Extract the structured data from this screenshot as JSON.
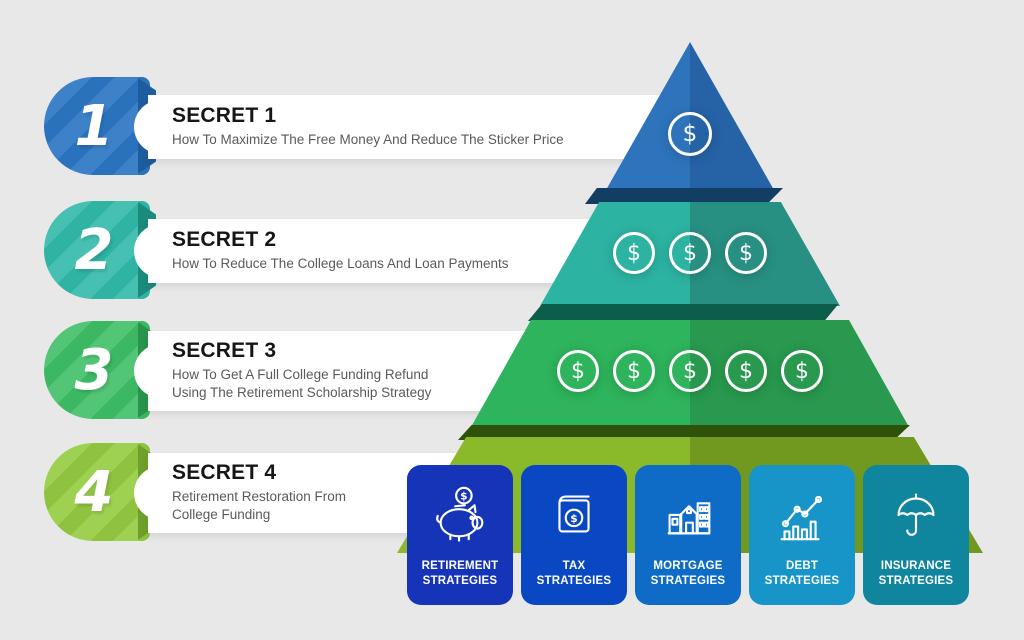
{
  "background_color": "#e8e8e8",
  "secrets": [
    {
      "number": "1",
      "title": "SECRET 1",
      "description": "How To Maximize The Free Money And Reduce The Sticker Price",
      "badge_color": "#2b72bc",
      "badge_stripe": "#3d81c9",
      "badge_fold": "#1d5c9e"
    },
    {
      "number": "2",
      "title": "SECRET 2",
      "description": "How To Reduce The College Loans And Loan Payments",
      "badge_color": "#2fb3a3",
      "badge_stripe": "#46c0b1",
      "badge_fold": "#1a8b7c"
    },
    {
      "number": "3",
      "title": "SECRET 3",
      "description": "How To Get A Full College Funding Refund\nUsing The Retirement Scholarship Strategy",
      "badge_color": "#3cb863",
      "badge_stripe": "#53c577",
      "badge_fold": "#27954b"
    },
    {
      "number": "4",
      "title": "SECRET 4",
      "description": "Retirement Restoration From\nCollege Funding",
      "badge_color": "#8fc33f",
      "badge_stripe": "#9ed052",
      "badge_fold": "#6fa02b"
    }
  ],
  "pyramid": {
    "coin_symbol": "$",
    "levels": [
      {
        "name": "level-1",
        "coins": 1,
        "color_left": "#2e74bc",
        "color_right": "#2563a6",
        "shadow_color": "#123e63"
      },
      {
        "name": "level-2",
        "coins": 3,
        "color_left": "#2db3a2",
        "color_right": "#279082",
        "shadow_color": "#0c5e4b"
      },
      {
        "name": "level-3",
        "coins": 5,
        "color_left": "#2eb45c",
        "color_right": "#28994e",
        "shadow_color": "#2f520b"
      },
      {
        "name": "level-4",
        "coins": 0,
        "color_left": "#8aba2a",
        "color_right": "#71991f",
        "shadow_color": null
      }
    ]
  },
  "cards": [
    {
      "label": "RETIREMENT\nSTRATEGIES",
      "color": "#1634b8",
      "icon": "piggy-bank-icon"
    },
    {
      "label": "TAX\nSTRATEGIES",
      "color": "#0a47c2",
      "icon": "tax-book-icon"
    },
    {
      "label": "MORTGAGE\nSTRATEGIES",
      "color": "#0e6cc6",
      "icon": "mortgage-building-icon"
    },
    {
      "label": "DEBT\nSTRATEGIES",
      "color": "#1795c8",
      "icon": "debt-chart-icon"
    },
    {
      "label": "INSURANCE\nSTRATEGIES",
      "color": "#10859e",
      "icon": "insurance-umbrella-icon"
    }
  ]
}
